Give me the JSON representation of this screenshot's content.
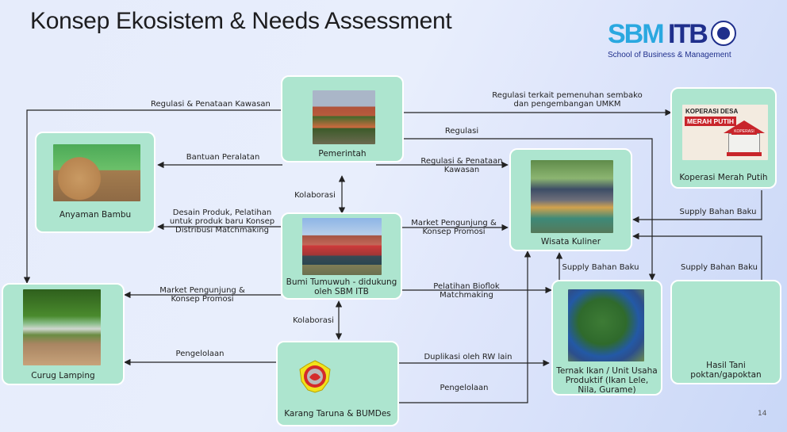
{
  "slide": {
    "title": "Konsep Ekosistem & Needs Assessment",
    "page_number": "14"
  },
  "logo": {
    "brand_left": "SBM",
    "brand_right": "ITB",
    "subtitle": "School of Business & Management"
  },
  "colors": {
    "node_fill": "#ade5cf",
    "node_border": "#ffffff",
    "edge": "#222222",
    "title_text": "#1d1d1f"
  },
  "nodes": {
    "pemerintah": {
      "label": "Pemerintah",
      "image": "government-building-photo"
    },
    "anyaman": {
      "label": "Anyaman Bambu",
      "image": "bamboo-weaving-photo"
    },
    "bumi": {
      "label": "Bumi Tumuwuh - didukung oleh SBM ITB",
      "image": "group-photo-building"
    },
    "curug": {
      "label": "Curug Lamping",
      "image": "waterfall-photo"
    },
    "karang": {
      "label": "Karang Taruna & BUMDes",
      "image": "karang-taruna-emblem"
    },
    "wisata": {
      "label": "Wisata Kuliner",
      "image": "culinary-gathering-photo"
    },
    "koperasi": {
      "label": "Koperasi Merah Putih",
      "image": "koperasi-illustration",
      "image_text_1": "KOPERASI DESA",
      "image_text_2": "MERAH PUTIH",
      "image_sign": "KOPERASI"
    },
    "ternak": {
      "label": "Ternak Ikan / Unit Usaha Produktif (Ikan Lele, Nila, Gurame)",
      "image": "fish-pond-photo"
    },
    "hasil": {
      "label": "Hasil Tani poktan/gapoktan"
    }
  },
  "edges": {
    "pem_curug": "Regulasi & Penataan Kawasan",
    "pem_anyaman": "Bantuan Peralatan",
    "pem_koperasi": "Regulasi terkait pemenuhan sembako dan pengembangan UMKM",
    "pem_ternak": "Regulasi",
    "pem_wisata": "Regulasi & Penataan Kawasan",
    "pem_bumi": "Kolaborasi",
    "bumi_anyaman": "Desain Produk, Pelatihan untuk produk baru Konsep Distribusi Matchmaking",
    "bumi_wisata": "Market Pengunjung & Konsep Promosi",
    "bumi_curug": "Market Pengunjung & Konsep Promosi",
    "bumi_ternak": "Pelatihan Bioflok Matchmaking",
    "bumi_karang": "Kolaborasi",
    "karang_curug": "Pengelolaan",
    "karang_ternak": "Duplikasi oleh RW lain",
    "karang_wisata": "Pengelolaan",
    "koperasi_wisata": "Supply Bahan Baku",
    "hasil_wisata": "Supply Bahan Baku",
    "ternak_wisata": "Supply Bahan Baku"
  }
}
